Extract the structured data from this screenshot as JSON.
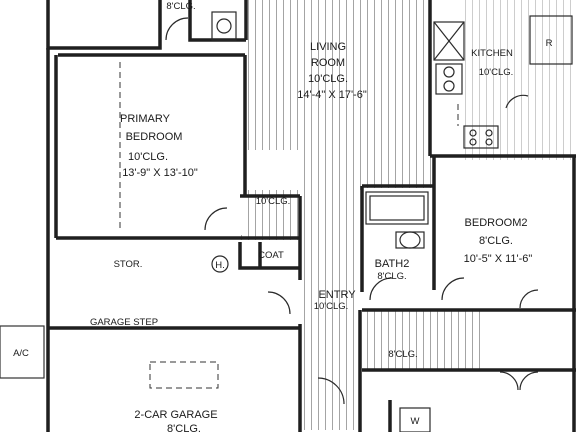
{
  "rooms": {
    "top_clg": "8'CLG.",
    "living_name_1": "LIVING",
    "living_name_2": "ROOM",
    "living_clg": "10'CLG.",
    "living_size": "14'-4\" X 17'-6\"",
    "kitchen_name": "KITCHEN",
    "kitchen_clg": "10'CLG.",
    "primary_name_1": "PRIMARY",
    "primary_name_2": "BEDROOM",
    "primary_clg": "10'CLG.",
    "primary_size": "13'-9\" X 13'-10\"",
    "hall_clg": "10'CLG.",
    "coat": "COAT",
    "stor": "STOR.",
    "water_heater": "H.",
    "bath_name": "BATH2",
    "bath_clg": "8'CLG.",
    "bedroom2_name": "BEDROOM2",
    "bedroom2_clg": "8'CLG.",
    "bedroom2_size": "10'-5\" X 11'-6\"",
    "entry_name": "ENTRY",
    "entry_clg": "10'CLG.",
    "garage_step": "GARAGE STEP",
    "ac": "A/C",
    "laundry_clg": "8'CLG.",
    "garage_name": "2-CAR GARAGE",
    "garage_clg": "8'CLG.",
    "fridge_mark": "R",
    "washer_mark": "W"
  }
}
